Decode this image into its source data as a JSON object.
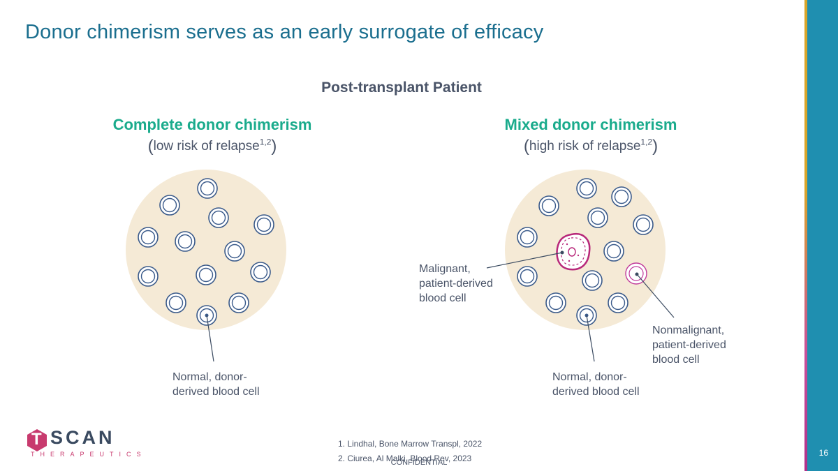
{
  "title": "Donor chimerism serves as an early surrogate of efficacy",
  "subtitle": "Post-transplant Patient",
  "left": {
    "heading": "Complete donor chimerism",
    "sub_open": "(",
    "sub_text": "low risk of relapse",
    "sub_sup": "1,2",
    "sub_close": ")",
    "label_normal_line1": "Normal, donor-",
    "label_normal_line2": "derived blood cell"
  },
  "right": {
    "heading": "Mixed donor chimerism",
    "sub_open": "(",
    "sub_text": "high risk of relapse",
    "sub_sup": "1,2",
    "sub_close": ")",
    "label_malignant_line1": "Malignant,",
    "label_malignant_line2": "patient-derived",
    "label_malignant_line3": "blood cell",
    "label_nonmalignant_line1": "Nonmalignant,",
    "label_nonmalignant_line2": "patient-derived",
    "label_nonmalignant_line3": "blood cell",
    "label_normal_line1": "Normal, donor-",
    "label_normal_line2": "derived blood cell"
  },
  "references": {
    "ref1": "1. Lindhal, Bone Marrow Transpl, 2022",
    "ref2": "2. Ciurea, Al Malki, Blood Rev, 2023"
  },
  "footer": {
    "confidential": "CONFIDENTIAL",
    "page_number": "16"
  },
  "logo": {
    "brand": "SCAN",
    "brand_t": "T",
    "tagline": "THERAPEUTICS"
  },
  "colors": {
    "title": "#1a6e8e",
    "heading_green": "#1aab8c",
    "circle_bg": "#f5ead6",
    "cell_stroke": "#3a5a8a",
    "malignant": "#b8287a",
    "nonmalignant": "#c03a9a",
    "side_bar": "#1f8fb0"
  }
}
